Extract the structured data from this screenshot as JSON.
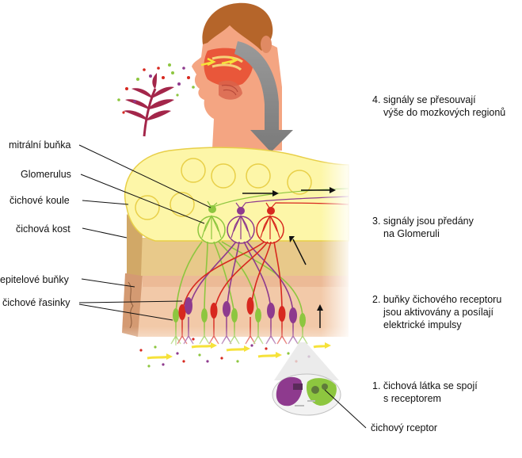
{
  "left_labels": {
    "mitral_cell": "mitrální buňka",
    "glomerulus": "Glomerulus",
    "olfactory_bulb": "čichové koule",
    "olfactory_bone": "čichová kost",
    "epithelial_cells": "epitelové buňky",
    "olfactory_cilia": "čichové řasinky"
  },
  "steps": {
    "s4": {
      "line1": "4. signály se přesouvají",
      "line2": "výše do mozkových regionů"
    },
    "s3": {
      "line1": "3. signály jsou předány",
      "line2": "na Glomeruli"
    },
    "s2": {
      "line1": "2. buňky čichového receptoru",
      "line2": "jsou aktivovány a posílají",
      "line3": "elektrické impulsy"
    },
    "s1": {
      "line1": "1. čichová látka se spojí",
      "line2": "s receptorem"
    }
  },
  "receptor_label": "čichový rceptor",
  "colors": {
    "bulb": "#fdf6a8",
    "bulb_outline": "#e8cf48",
    "bone": "#e8c98a",
    "epithelium": "#f2c9a8",
    "purple": "#8e3a8e",
    "red": "#d7281f",
    "green": "#8dc63f",
    "skin": "#f4a582",
    "hair": "#b5652a"
  }
}
